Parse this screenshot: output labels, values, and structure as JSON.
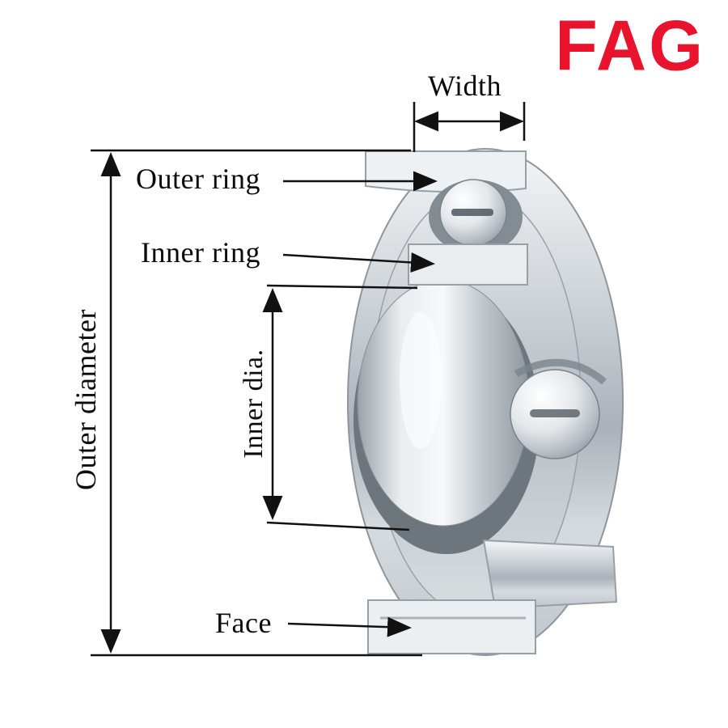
{
  "brand": {
    "name": "FAG"
  },
  "colors": {
    "brand_red": "#e8142d",
    "dimension_line": "#111111",
    "metal_light": "#f2f4f5",
    "metal_mid": "#c3cacf",
    "metal_dark": "#8d959c"
  },
  "labels": {
    "width": "Width",
    "outer_ring": "Outer ring",
    "inner_ring": "Inner ring",
    "outer_diameter": "Outer diameter",
    "inner_dia": "Inner dia.",
    "face": "Face"
  }
}
